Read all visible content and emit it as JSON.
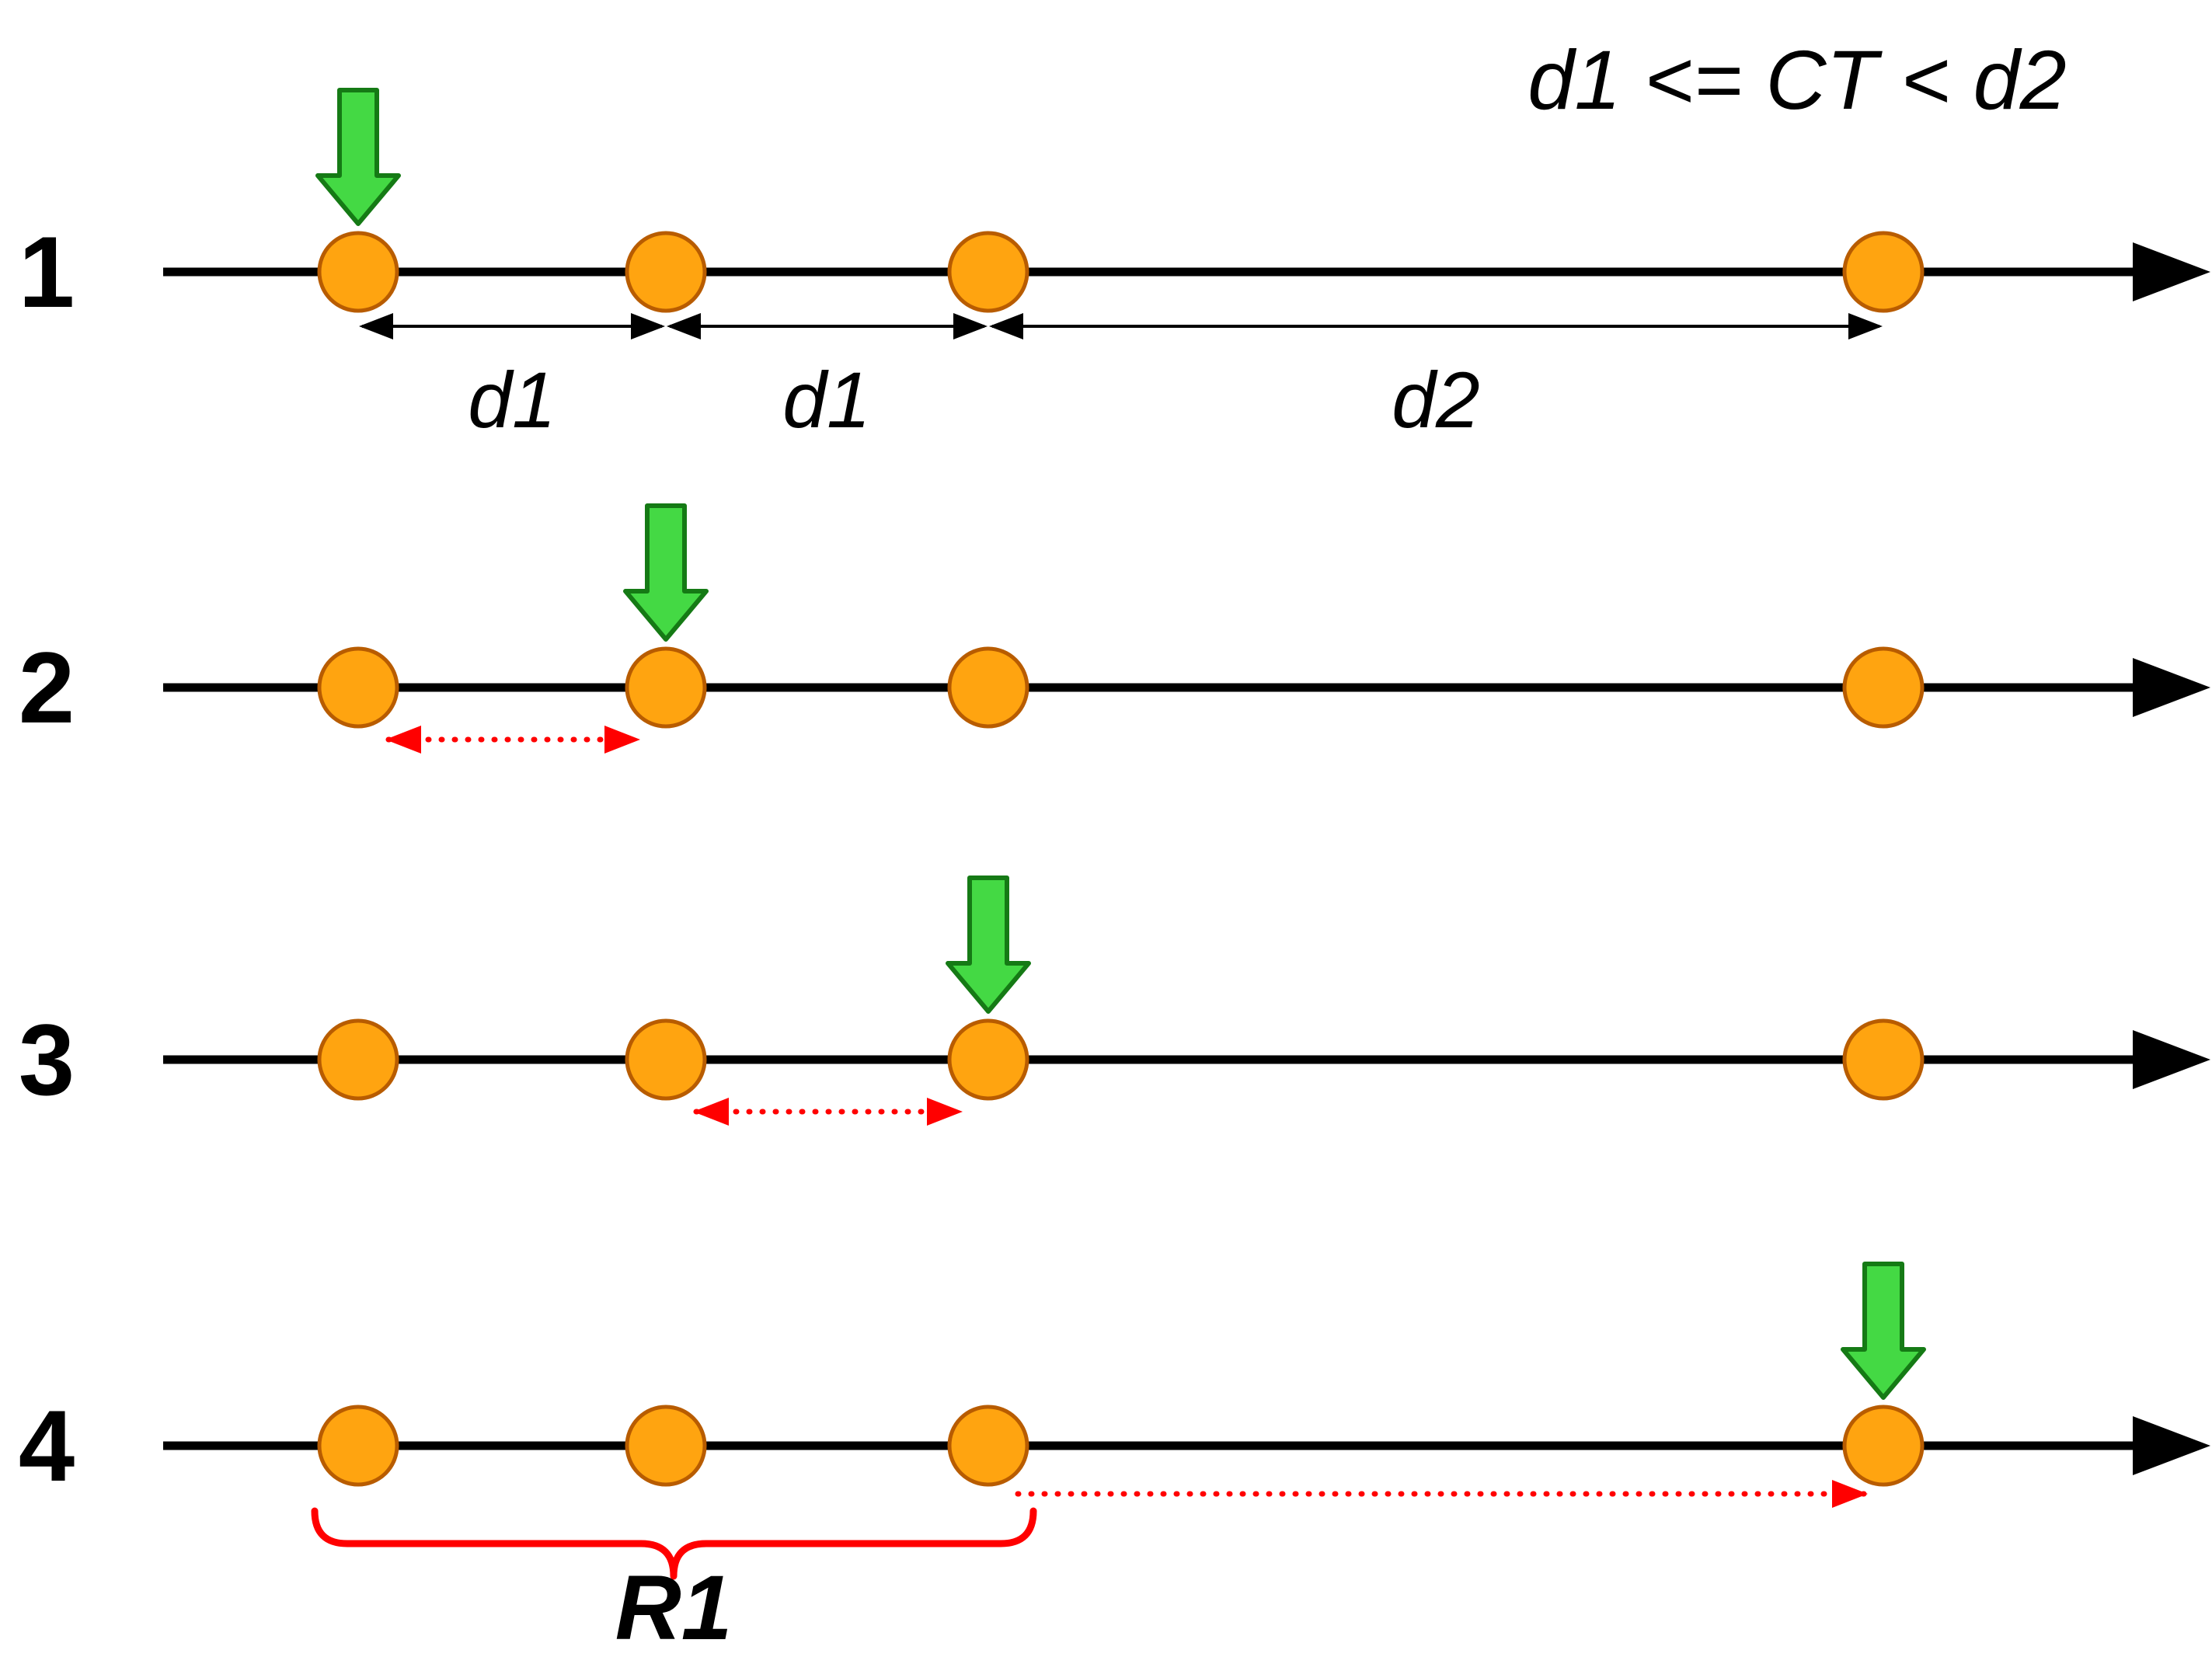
{
  "formula": "d1 <= CT < d2",
  "colors": {
    "dot-fill": "#FFA410",
    "dot-stroke": "#B85C00",
    "green-fill": "#44D944",
    "green-stroke": "#157A15",
    "line": "#000000",
    "red": "#FF0000",
    "text": "#000000"
  },
  "rows": [
    {
      "label": "1",
      "green_arrow_on_dot": 1
    },
    {
      "label": "2",
      "green_arrow_on_dot": 2
    },
    {
      "label": "3",
      "green_arrow_on_dot": 3
    },
    {
      "label": "4",
      "green_arrow_on_dot": 4
    }
  ],
  "distances": [
    "d1",
    "d1",
    "d2"
  ],
  "region": {
    "label": "R1"
  }
}
